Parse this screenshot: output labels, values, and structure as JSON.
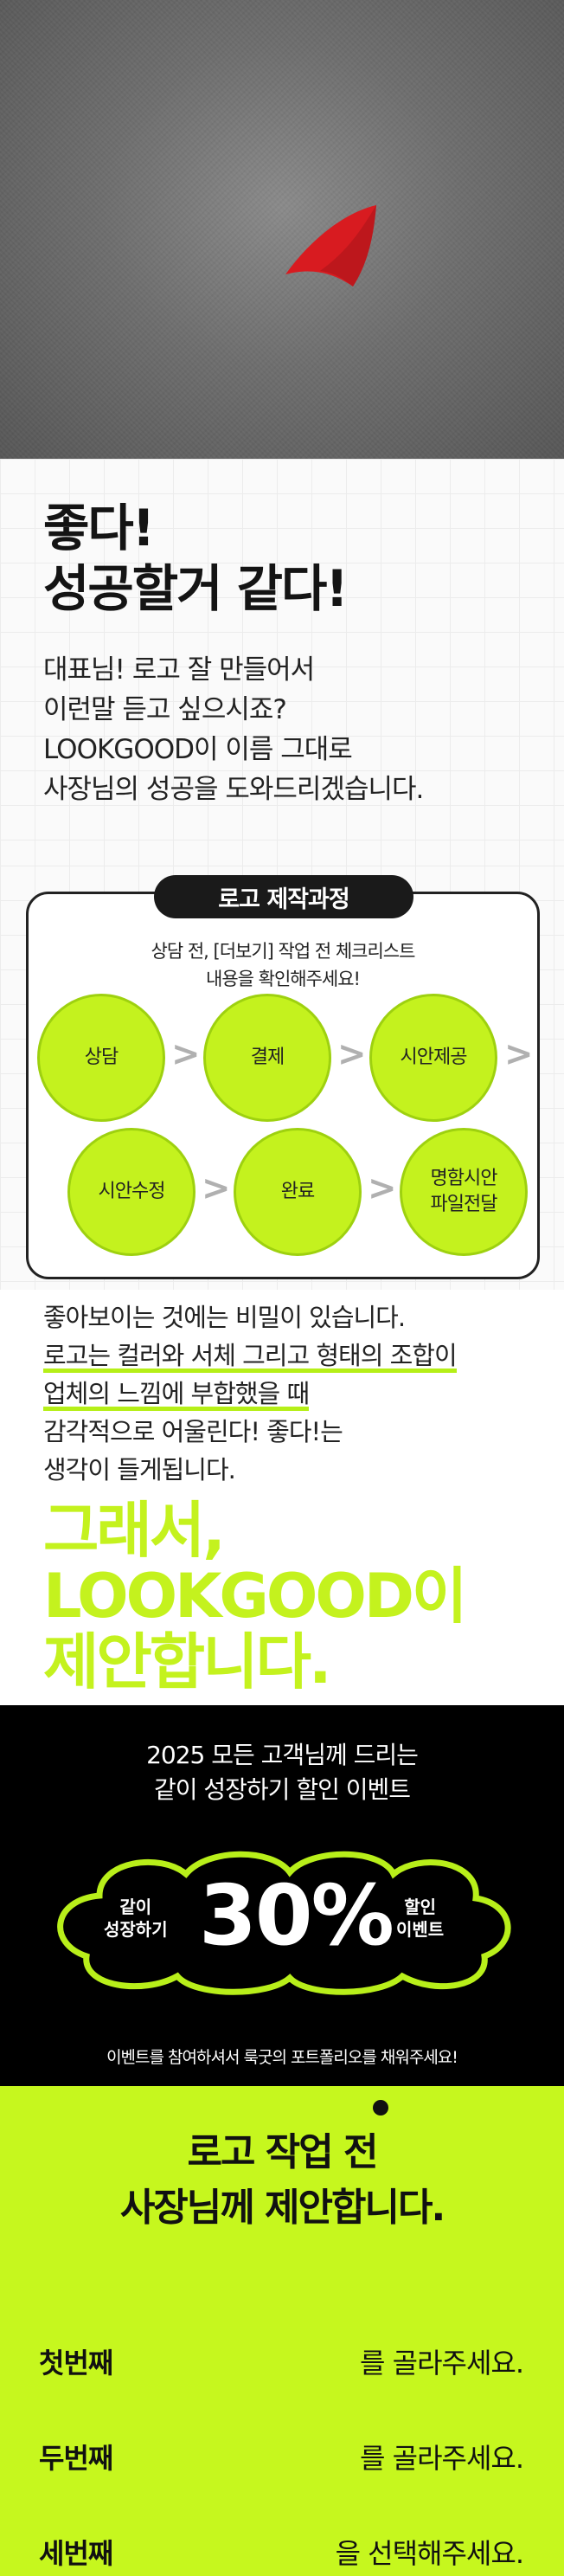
{
  "hero": {
    "logo": "red-swoosh-logo"
  },
  "intro": {
    "headline_line1": "좋다!",
    "headline_line2": "성공할거 같다!",
    "body": "대표님! 로고 잘 만들어서\n이런말 듣고 싶으시죠?\nLOOKGOOD이 이름 그대로\n사장님의 성공을 도와드리겠습니다."
  },
  "process": {
    "title": "로고 제작과정",
    "desc_line1": "상담 전, [더보기] 작업 전 체크리스트",
    "desc_line2": "내용을 확인해주세요!",
    "steps": [
      "상담",
      "결제",
      "시안제공",
      "시안수정",
      "완료",
      "명함시안\n파일전달"
    ],
    "arrow": ">"
  },
  "secret": {
    "line1": "좋아보이는 것에는 비밀이 있습니다.",
    "line2": "로고는 컬러와 서체 그리고 형태의 조합이",
    "line3": "업체의 느낌에 부합했을 때",
    "line4": "감각적으로 어울린다! 좋다!는",
    "line5": "생각이 들게됩니다."
  },
  "proposal": {
    "title": "그래서,\nLOOKGOOD이\n제안합니다."
  },
  "event": {
    "title": "2025 모든 고객님께 드리는\n같이 성장하기 할인 이벤트",
    "left": "같이\n성장하기",
    "big": "30%",
    "right": "할인\n이벤트",
    "note": "이벤트를 참여하셔서 룩굿의 포트폴리오를 채워주세요!"
  },
  "final": {
    "title": "로고 작업 전\n사장님께 제안합니다.",
    "choices": [
      {
        "label": "첫번째",
        "tail": "를 골라주세요."
      },
      {
        "label": "두번째",
        "tail": "를 골라주세요."
      },
      {
        "label": "세번째",
        "tail": "을 선택해주세요."
      }
    ]
  },
  "colors": {
    "accent": "#c4f21e",
    "dark": "#111111",
    "logo_red": "#e0191f"
  }
}
